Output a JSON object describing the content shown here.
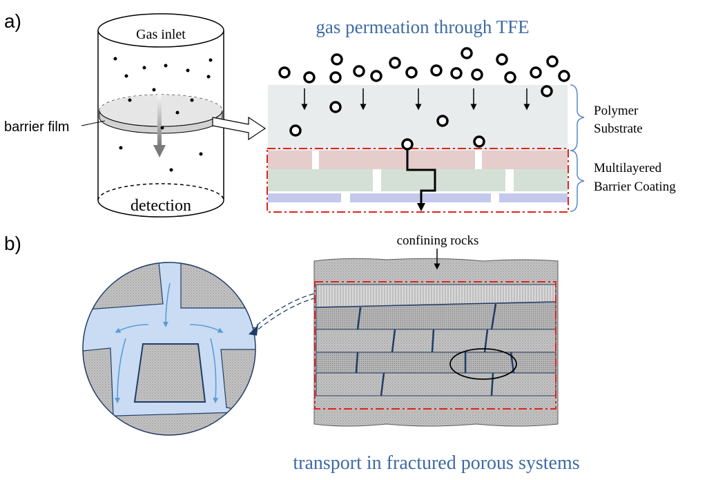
{
  "panels": {
    "a": {
      "tag": "a)",
      "title": "gas permeation through TFE",
      "cylinder_top_label": "Gas inlet",
      "cylinder_bottom_label": "detection",
      "film_label": "barrier film",
      "layer_labels": {
        "substrate_line1": "Polymer",
        "substrate_line2": "Substrate",
        "coating_line1": "Multilayered",
        "coating_line2": "Barrier Coating"
      }
    },
    "b": {
      "tag": "b)",
      "rocks_label": "confining rocks",
      "caption": "transport in fractured porous systems"
    }
  },
  "colors": {
    "title_blue": "#3d6aa4",
    "substrate": "#e9ecec",
    "coating_pink": "#e5cdcb",
    "coating_green": "#d4e0d6",
    "coating_lavender": "#c4c8ec",
    "dash_red": "#e0221c",
    "flow_blue": "#c9dcf4",
    "flow_arrow": "#5b9bd5",
    "brace_blue": "#5a86c5",
    "rock_gray": "#c8c8c8",
    "fracture": "#1f3b66"
  }
}
